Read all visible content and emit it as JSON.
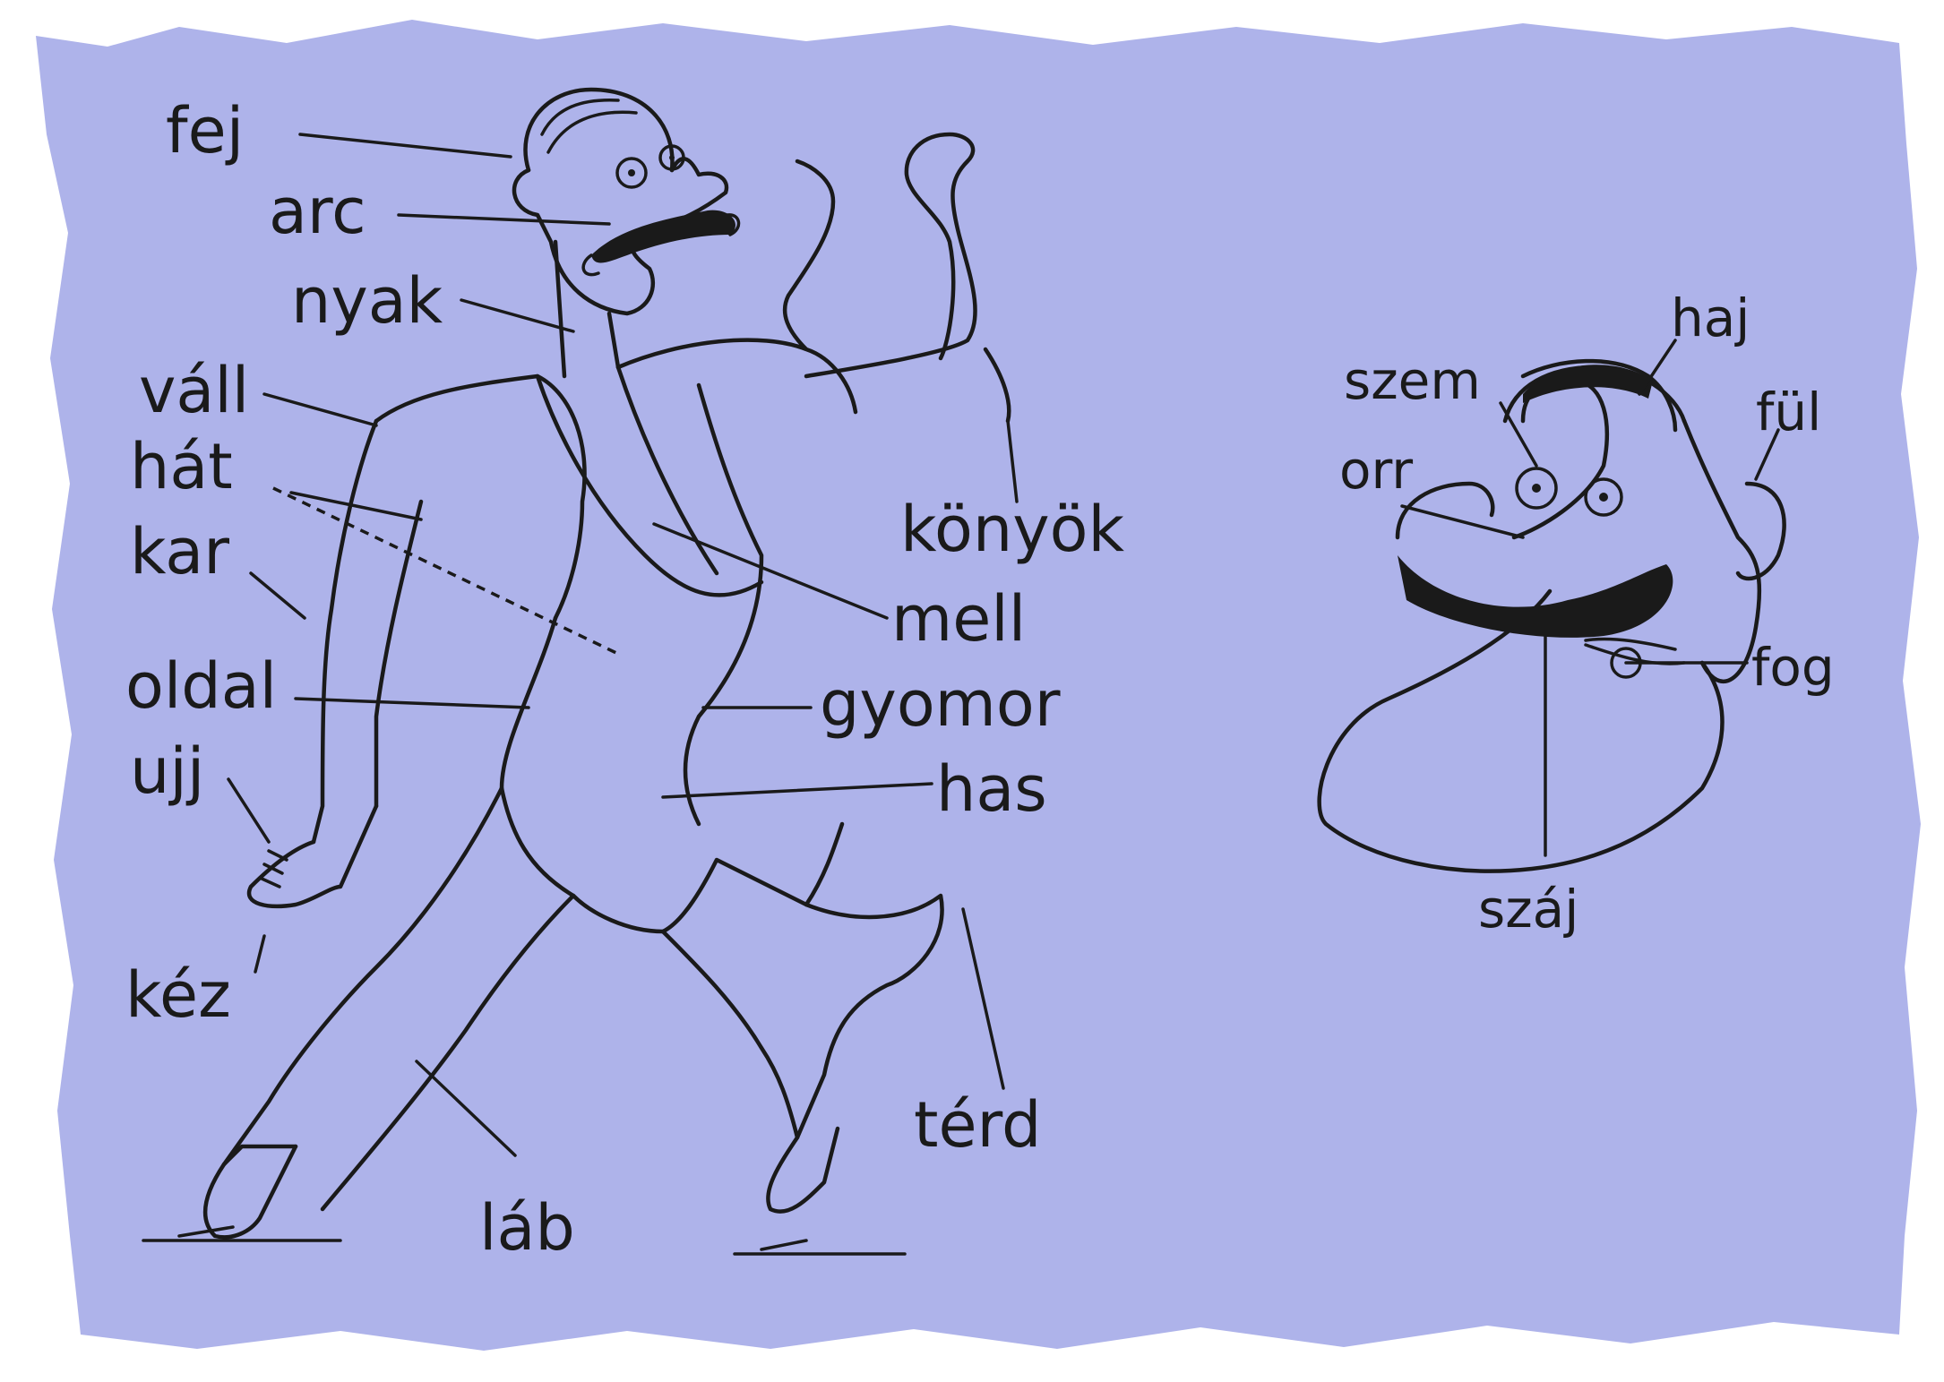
{
  "colors": {
    "paper": "#aeb3ea",
    "ink": "#1a1a1a",
    "margin": "#ffffff"
  },
  "labels": {
    "fej": "fej",
    "arc": "arc",
    "nyak": "nyak",
    "vall": "váll",
    "hat": "hát",
    "kar": "kar",
    "oldal": "oldal",
    "ujj": "ujj",
    "kez": "kéz",
    "lab": "láb",
    "konyok": "könyök",
    "mell": "mell",
    "gyomor": "gyomor",
    "has": "has",
    "terd": "térd",
    "haj": "haj",
    "szem": "szem",
    "ful": "fül",
    "orr": "orr",
    "fog": "fog",
    "szaj": "száj"
  }
}
